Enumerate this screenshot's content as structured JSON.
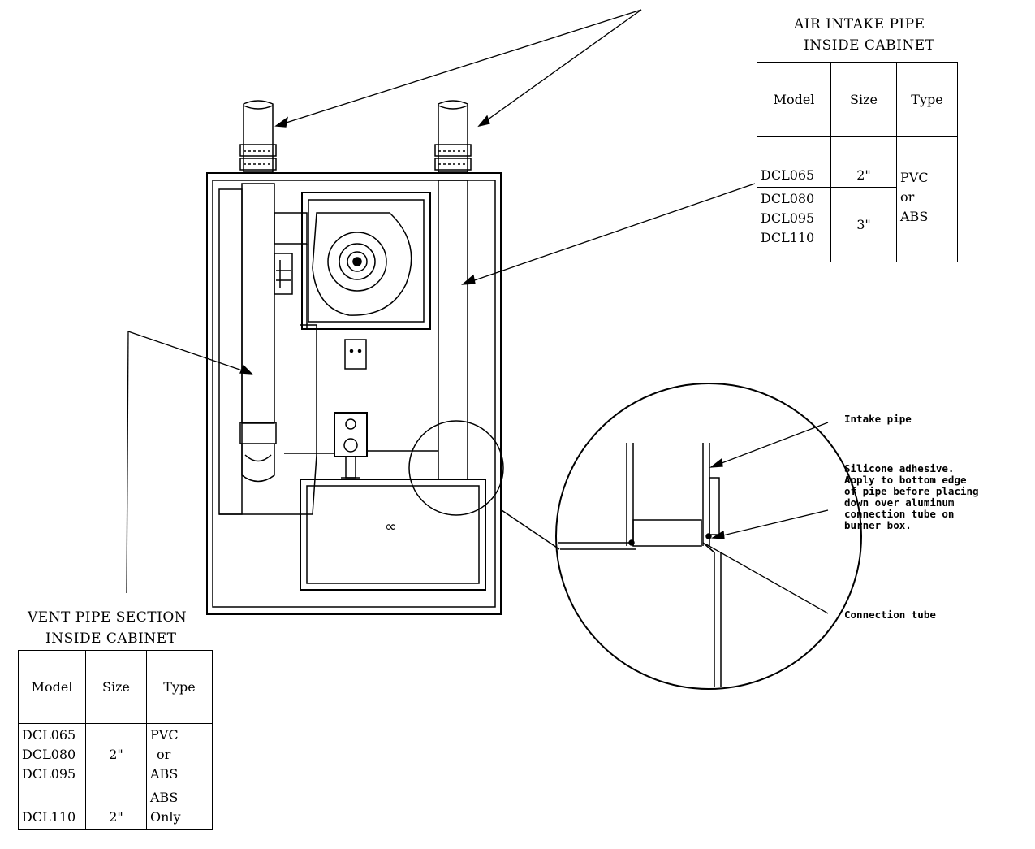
{
  "air_intake_table": {
    "title_line1": "AIR INTAKE PIPE",
    "title_line2": "INSIDE CABINET",
    "headers": [
      "Model",
      "Size",
      "Type"
    ],
    "models_row1": [
      "DCL065"
    ],
    "size_row1": "2\"",
    "models_row2": [
      "DCL080",
      "DCL095",
      "DCL110"
    ],
    "size_row2": "3\"",
    "type_lines": [
      "PVC",
      "or",
      "ABS"
    ]
  },
  "vent_table": {
    "title_line1": "VENT PIPE SECTION",
    "title_line2": "INSIDE CABINET",
    "headers": [
      "Model",
      "Size",
      "Type"
    ],
    "models_row1": [
      "DCL065",
      "DCL080",
      "DCL095"
    ],
    "size_row1": "2\"",
    "type_row1": [
      "PVC",
      "or",
      "ABS"
    ],
    "models_row2": [
      "DCL110"
    ],
    "size_row2": "2\"",
    "type_row2": [
      "ABS",
      "Only"
    ]
  },
  "callouts": {
    "intake_pipe": "Intake pipe",
    "silicone": [
      "Silicone adhesive.",
      "Apply to bottom edge",
      "of pipe before placing",
      "down over aluminum",
      "connection tube on",
      "burner box."
    ],
    "connection_tube": "Connection tube"
  },
  "cabinet_mark": "∞"
}
